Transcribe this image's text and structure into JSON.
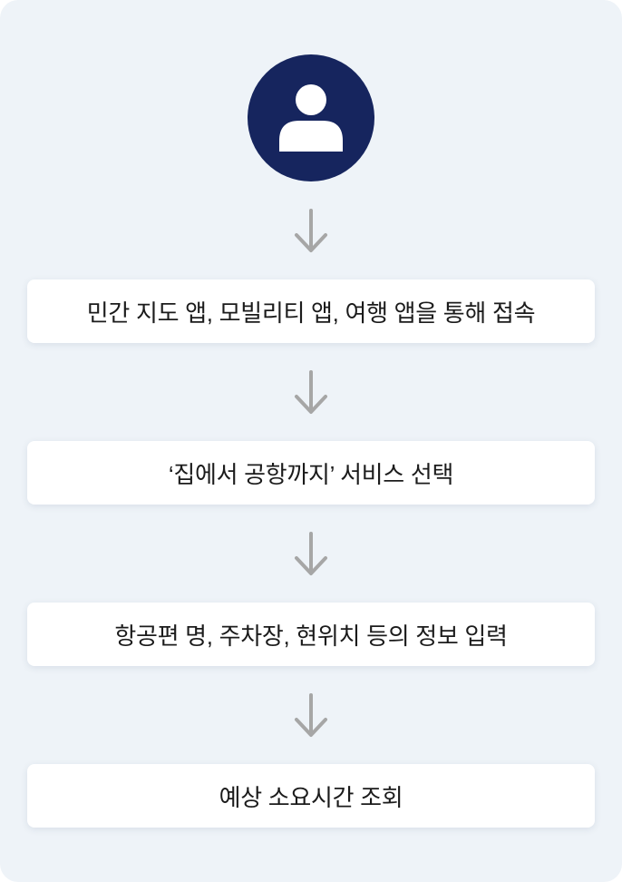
{
  "icons": {
    "user": "user-icon",
    "arrow": "arrow-down-icon"
  },
  "colors": {
    "background": "#eef3f8",
    "avatar": "#16255e",
    "arrow": "#a6a6a6",
    "card": "#ffffff",
    "text": "#1b1b1b"
  },
  "flow": {
    "steps": [
      {
        "label": "민간 지도 앱, 모빌리티 앱, 여행 앱을 통해 접속"
      },
      {
        "label": "‘집에서 공항까지’ 서비스 선택"
      },
      {
        "label": "항공편 명, 주차장, 현위치 등의 정보 입력"
      },
      {
        "label": "예상 소요시간 조회"
      }
    ]
  }
}
